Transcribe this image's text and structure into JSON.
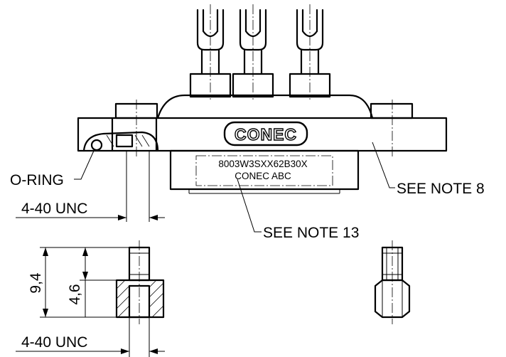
{
  "labels": {
    "oring": "O-RING",
    "thread_top": "4-40 UNC",
    "thread_bottom": "4-40 UNC",
    "note8": "SEE NOTE 8",
    "note13": "SEE NOTE 13",
    "dim_overall": "9,4",
    "dim_partial": "4,6"
  },
  "marking": {
    "line1": "8003W3SXX62B30X",
    "line2": "CONEC ABC"
  },
  "logo_text": "CONEC"
}
